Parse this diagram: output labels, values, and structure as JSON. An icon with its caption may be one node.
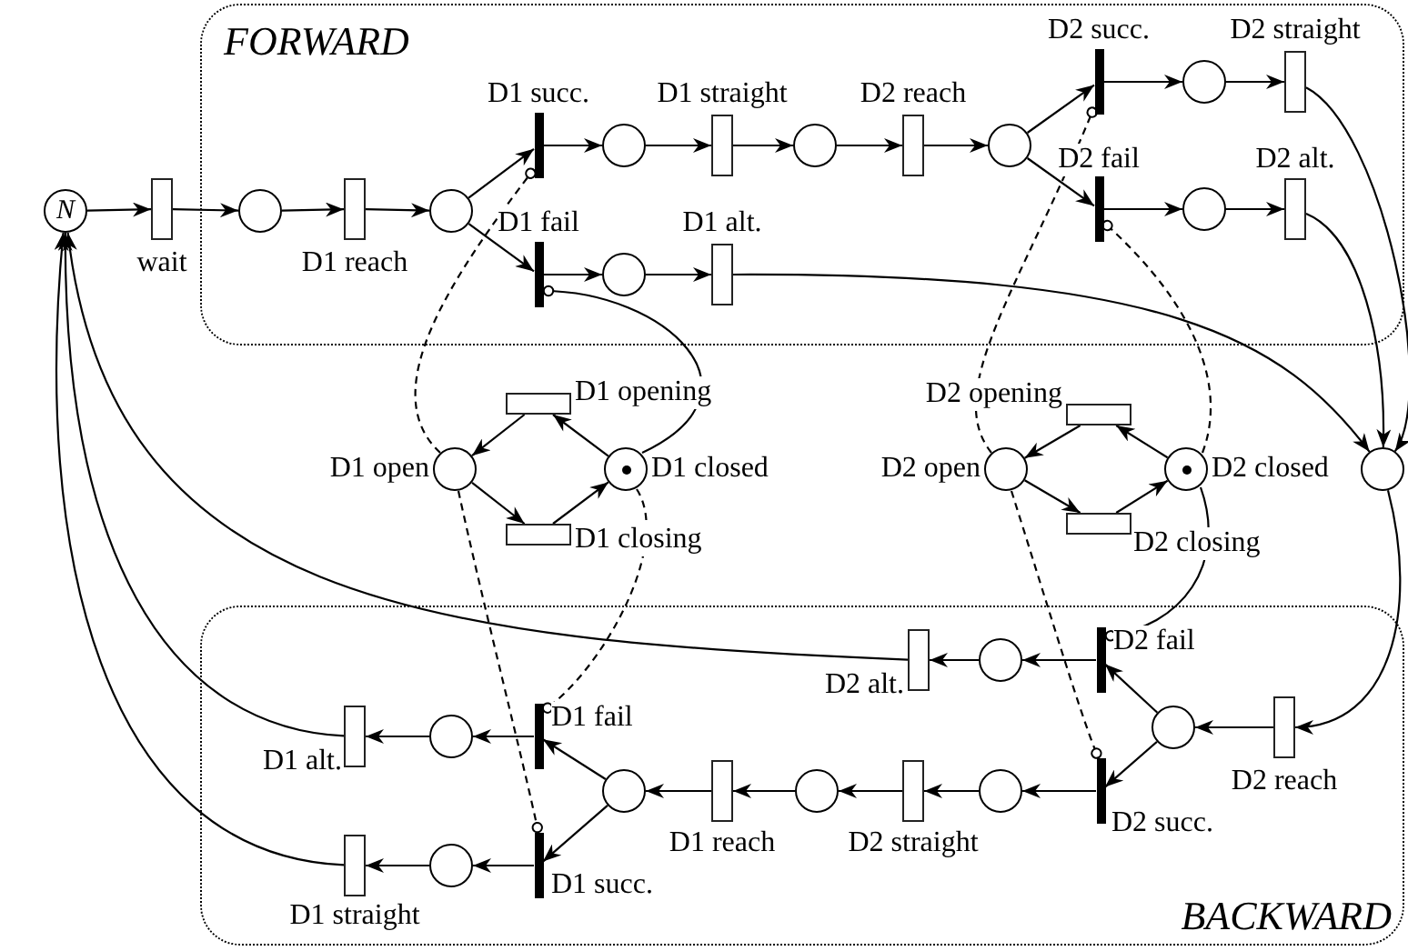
{
  "diagram": {
    "nodes": [
      {
        "text": [
          "N"
        ]
      },
      {
        "text": [],
        "shape": "box",
        "beside": [
          "wait"
        ]
      },
      {
        "text": [
          "FORWARD"
        ]
      },
      {
        "text": [],
        "shape": "circle",
        "in": 2
      },
      {
        "text": [],
        "shape": "box",
        "in": 2,
        "beside": [
          "D1 reach"
        ]
      },
      {
        "text": [],
        "shape": "circle",
        "in": 2
      },
      {
        "text": [],
        "shape": "bar",
        "in": 2,
        "beside": [
          "D1 succ."
        ]
      },
      {
        "text": [],
        "shape": "bar",
        "in": 2,
        "beside": [
          "D1 fail"
        ]
      },
      {
        "text": [],
        "shape": "circle",
        "in": 2
      },
      {
        "text": [],
        "shape": "box",
        "in": 2,
        "beside": [
          "D1 straight"
        ]
      },
      {
        "text": [],
        "shape": "circle",
        "in": 2
      },
      {
        "text": [],
        "shape": "box",
        "in": 2,
        "beside": [
          "D2 reach"
        ]
      },
      {
        "text": [],
        "shape": "circle",
        "in": 2
      },
      {
        "text": [],
        "shape": "bar",
        "in": 2,
        "beside": [
          "D2 succ."
        ]
      },
      {
        "text": [],
        "shape": "bar",
        "in": 2,
        "beside": [
          "D2 fail"
        ]
      },
      {
        "text": [],
        "shape": "circle",
        "in": 2
      },
      {
        "text": [],
        "shape": "box",
        "in": 2,
        "beside": [
          "D2 straight"
        ]
      },
      {
        "text": [],
        "shape": "circle",
        "in": 2
      },
      {
        "text": [],
        "shape": "box",
        "in": 2,
        "beside": [
          "D2 alt."
        ]
      },
      {
        "text": [],
        "shape": "circle",
        "in": 2
      },
      {
        "text": [],
        "shape": "box",
        "in": 2,
        "beside": [
          "D1 alt."
        ]
      },
      {
        "text": [],
        "shape": "circle",
        "beside": [
          "D1 open"
        ]
      },
      {
        "text": [],
        "shape": "box",
        "beside": [
          "D1 opening"
        ]
      },
      {
        "text": [],
        "shape": "circle",
        "beside": [
          "D1 closed"
        ]
      },
      {
        "text": [],
        "shape": "box",
        "beside": [
          "D1 closing"
        ]
      },
      {
        "text": [],
        "shape": "circle",
        "beside": [
          "D2 open"
        ]
      },
      {
        "text": [],
        "shape": "box",
        "beside": [
          "D2 opening"
        ]
      },
      {
        "text": [],
        "shape": "circle",
        "beside": [
          "D2 closed"
        ]
      },
      {
        "text": [],
        "shape": "box",
        "beside": [
          "D2 closing"
        ]
      },
      {
        "text": [],
        "shape": "circle"
      },
      {
        "text": [
          "BACKWARD"
        ]
      },
      {
        "text": [],
        "shape": "box",
        "in": 30,
        "beside": [
          "D2 reach"
        ]
      },
      {
        "text": [],
        "shape": "circle",
        "in": 30
      },
      {
        "text": [],
        "shape": "bar",
        "in": 30,
        "beside": [
          "D2 fail"
        ]
      },
      {
        "text": [],
        "shape": "bar",
        "in": 30,
        "beside": [
          "D2 succ."
        ]
      },
      {
        "text": [],
        "shape": "circle",
        "in": 30
      },
      {
        "text": [],
        "shape": "box",
        "in": 30,
        "beside": [
          "D2 alt."
        ]
      },
      {
        "text": [],
        "shape": "circle",
        "in": 30
      },
      {
        "text": [],
        "shape": "box",
        "in": 30,
        "beside": [
          "D2 straight"
        ]
      },
      {
        "text": [],
        "shape": "circle",
        "in": 30
      },
      {
        "text": [],
        "shape": "box",
        "in": 30,
        "beside": [
          "D1 reach"
        ]
      },
      {
        "text": [],
        "shape": "circle",
        "in": 30
      },
      {
        "text": [],
        "shape": "bar",
        "in": 30,
        "beside": [
          "D1 fail"
        ]
      },
      {
        "text": [],
        "shape": "bar",
        "in": 30,
        "beside": [
          "D1 succ."
        ]
      },
      {
        "text": [],
        "shape": "circle",
        "in": 30
      },
      {
        "text": [],
        "shape": "box",
        "in": 30,
        "beside": [
          "D1 alt."
        ]
      },
      {
        "text": [],
        "shape": "circle",
        "in": 30
      },
      {
        "text": [],
        "shape": "box",
        "in": 30,
        "beside": [
          "D1 straight"
        ]
      }
    ],
    "edges": [
      {
        "from": 0,
        "to": 1,
        "arrow": "to"
      },
      {
        "from": 1,
        "to": 3,
        "arrow": "to"
      },
      {
        "from": 3,
        "to": 4,
        "arrow": "to"
      },
      {
        "from": 4,
        "to": 5,
        "arrow": "to"
      },
      {
        "from": 5,
        "to": 6,
        "arrow": "to"
      },
      {
        "from": 5,
        "to": 7,
        "arrow": "to"
      },
      {
        "from": 6,
        "to": 8,
        "arrow": "to"
      },
      {
        "from": 8,
        "to": 9,
        "arrow": "to"
      },
      {
        "from": 9,
        "to": 10,
        "arrow": "to"
      },
      {
        "from": 10,
        "to": 11,
        "arrow": "to"
      },
      {
        "from": 11,
        "to": 12,
        "arrow": "to"
      },
      {
        "from": 12,
        "to": 13,
        "arrow": "to"
      },
      {
        "from": 12,
        "to": 14,
        "arrow": "to"
      },
      {
        "from": 13,
        "to": 15,
        "arrow": "to"
      },
      {
        "from": 15,
        "to": 16,
        "arrow": "to"
      },
      {
        "from": 14,
        "to": 17,
        "arrow": "to"
      },
      {
        "from": 17,
        "to": 18,
        "arrow": "to"
      },
      {
        "from": 7,
        "to": 19,
        "arrow": "to"
      },
      {
        "from": 19,
        "to": 20,
        "arrow": "to"
      },
      {
        "from": 20,
        "to": 29,
        "arrow": "to"
      },
      {
        "from": 16,
        "to": 29,
        "arrow": "to"
      },
      {
        "from": 18,
        "to": 29,
        "arrow": "to"
      },
      {
        "from": 29,
        "to": 31,
        "arrow": "to"
      },
      {
        "from": 31,
        "to": 32,
        "arrow": "to"
      },
      {
        "from": 32,
        "to": 33,
        "arrow": "to"
      },
      {
        "from": 32,
        "to": 34,
        "arrow": "to"
      },
      {
        "from": 33,
        "to": 35,
        "arrow": "to"
      },
      {
        "from": 35,
        "to": 36,
        "arrow": "to"
      },
      {
        "from": 36,
        "to": 0,
        "arrow": "to"
      },
      {
        "from": 34,
        "to": 37,
        "arrow": "to"
      },
      {
        "from": 37,
        "to": 38,
        "arrow": "to"
      },
      {
        "from": 38,
        "to": 39,
        "arrow": "to"
      },
      {
        "from": 39,
        "to": 40,
        "arrow": "to"
      },
      {
        "from": 40,
        "to": 41,
        "arrow": "to"
      },
      {
        "from": 41,
        "to": 42,
        "arrow": "to"
      },
      {
        "from": 41,
        "to": 43,
        "arrow": "to"
      },
      {
        "from": 42,
        "to": 44,
        "arrow": "to"
      },
      {
        "from": 44,
        "to": 45,
        "arrow": "to"
      },
      {
        "from": 45,
        "to": 0,
        "arrow": "to"
      },
      {
        "from": 43,
        "to": 46,
        "arrow": "to"
      },
      {
        "from": 46,
        "to": 47,
        "arrow": "to"
      },
      {
        "from": 47,
        "to": 0,
        "arrow": "to"
      },
      {
        "from": 23,
        "to": 22,
        "arrow": "to"
      },
      {
        "from": 22,
        "to": 21,
        "arrow": "to"
      },
      {
        "from": 21,
        "to": 24,
        "arrow": "to"
      },
      {
        "from": 24,
        "to": 23,
        "arrow": "to"
      },
      {
        "from": 27,
        "to": 26,
        "arrow": "to"
      },
      {
        "from": 26,
        "to": 25,
        "arrow": "to"
      },
      {
        "from": 25,
        "to": 28,
        "arrow": "to"
      },
      {
        "from": 28,
        "to": 27,
        "arrow": "to"
      },
      {
        "from": 21,
        "to": 6,
        "arrow": "other",
        "style": "dashed"
      },
      {
        "from": 23,
        "to": 7,
        "arrow": "other"
      },
      {
        "from": 21,
        "to": 43,
        "arrow": "other",
        "style": "dashed"
      },
      {
        "from": 23,
        "to": 42,
        "arrow": "other",
        "style": "dashed"
      },
      {
        "from": 25,
        "to": 13,
        "arrow": "other",
        "style": "dashed"
      },
      {
        "from": 27,
        "to": 14,
        "arrow": "other",
        "style": "dashed"
      },
      {
        "from": 25,
        "to": 34,
        "arrow": "other",
        "style": "dashed"
      },
      {
        "from": 27,
        "to": 33,
        "arrow": "other"
      }
    ]
  }
}
